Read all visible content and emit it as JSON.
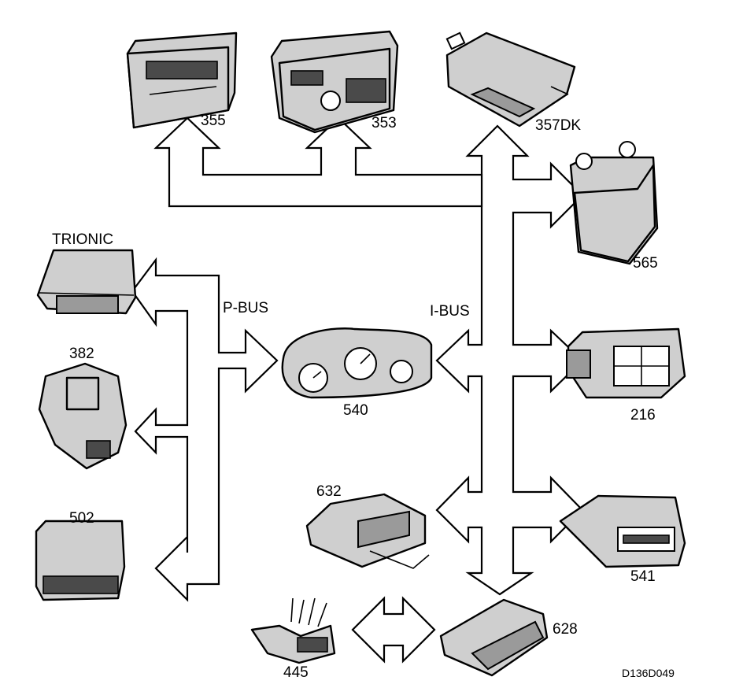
{
  "diagram": {
    "buses": {
      "p_bus": "P-BUS",
      "i_bus": "I-BUS"
    },
    "modules": {
      "m355": "355",
      "m353": "353",
      "m357dk": "357DK",
      "m565": "565",
      "trionic": "TRIONIC",
      "m382": "382",
      "m502": "502",
      "m540": "540",
      "m216": "216",
      "m632": "632",
      "m541": "541",
      "m628": "628",
      "m445": "445"
    },
    "figure_code": "D136D049"
  }
}
